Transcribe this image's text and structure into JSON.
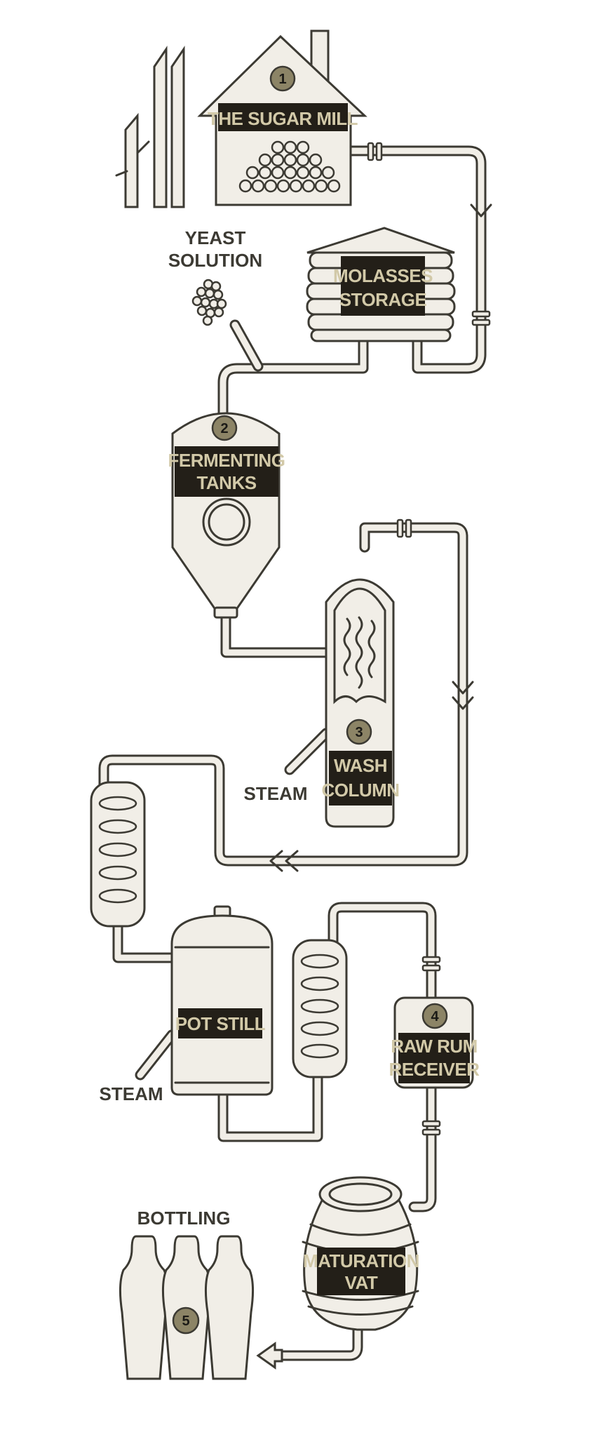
{
  "stages": [
    {
      "number": "1",
      "lines": [
        "THE SUGAR MILL"
      ]
    },
    {
      "number": "",
      "lines": [
        "MOLASSES",
        "STORAGE"
      ]
    },
    {
      "number": "2",
      "lines": [
        "FERMENTING",
        "TANKS"
      ]
    },
    {
      "number": "3",
      "lines": [
        "WASH",
        "COLUMN"
      ]
    },
    {
      "number": "",
      "lines": [
        "POT STILL"
      ]
    },
    {
      "number": "4",
      "lines": [
        "RAW RUM",
        "RECEIVER"
      ]
    },
    {
      "number": "",
      "lines": [
        "MATURATION",
        "VAT"
      ]
    },
    {
      "number": "5",
      "lines": []
    }
  ],
  "annotations": {
    "yeast_line1": "YEAST",
    "yeast_line2": "SOLUTION",
    "steam_wash": "STEAM",
    "steam_pot": "STEAM",
    "bottling": "BOTTLING"
  }
}
